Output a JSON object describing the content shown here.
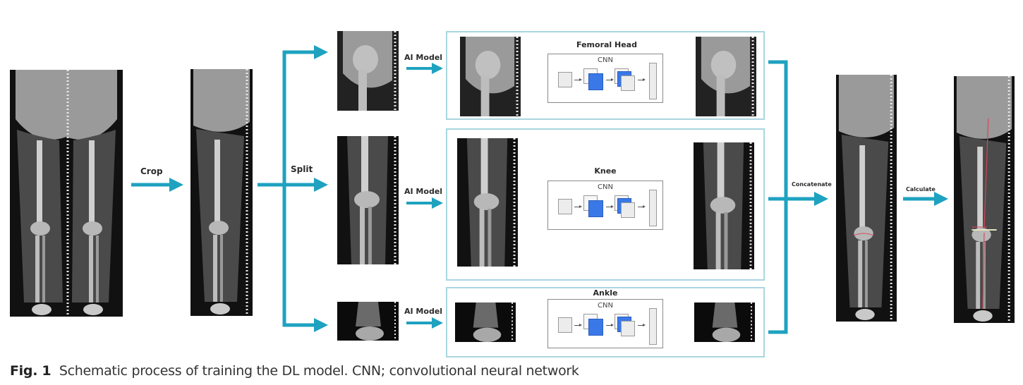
{
  "figure": {
    "caption_label": "Fig. 1",
    "caption_text": "Schematic process of training the DL model. CNN; convolutional neural network"
  },
  "steps": {
    "crop": "Crop",
    "split": "Split",
    "ai_model": "AI Model",
    "concatenate": "Concatenate",
    "calculate": "Calculate"
  },
  "regions": [
    {
      "name": "Femoral Head",
      "network": "CNN"
    },
    {
      "name": "Knee",
      "network": "CNN"
    },
    {
      "name": "Ankle",
      "network": "CNN"
    }
  ],
  "images": {
    "input": "Full-length bilateral lower limb radiograph",
    "cropped": "Cropped single lower limb radiograph",
    "concatenated": "Concatenated single limb with segmentation",
    "calculated": "Single limb with mechanical axis lines"
  },
  "colors": {
    "arrow": "#1ea2c0",
    "panel_border": "#a9d6e0",
    "cnn_blue": "#3b78e7",
    "axis_line": "#d9455a"
  }
}
